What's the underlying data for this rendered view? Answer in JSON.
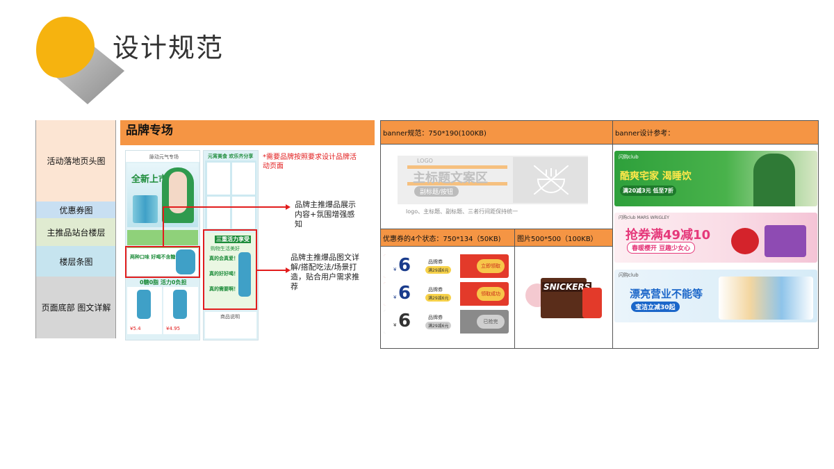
{
  "page": {
    "title": "设计规范"
  },
  "left_labels": [
    "活动落地页头图",
    "优惠券图",
    "主推品站台楼层",
    "楼层条图",
    "页面底部 图文详解"
  ],
  "brand": {
    "header": "品牌专场",
    "phone_left": {
      "title": "脉动元气专场",
      "hero_line1": "全新上市",
      "floor_title": "0糖0脂 活力0负担",
      "feature_line1": "两种口味 好喝不含糖",
      "price_1": "¥5.4",
      "price_2": "¥4.95"
    },
    "phone_right": {
      "top_banner": "元宵美食 欢乐齐分享",
      "mid_banner": "三重活力享受",
      "mid_sub": "购物生活美好",
      "item_1": "真的会真爱！",
      "item_2": "真的好好喝！",
      "item_3": "真的需要啊！",
      "footer": "商品说明"
    },
    "note_red": "*需要品牌按照要求设计品牌活动页面",
    "annot_1": "品牌主推爆品展示内容+氛围增强感知",
    "annot_2": "品牌主推爆品图文详解/搭配吃法/场景打造，贴合用户需求推荐"
  },
  "spec": {
    "banner_spec": "banner规范：750*190(100KB)",
    "banner_ref": "banner设计参考：",
    "placeholder": {
      "logo": "LOGO",
      "main_title": "主标题文案区",
      "subtitle": "副标题/按钮",
      "note": "logo、主标题、副标题、三者行间距保持统一"
    },
    "coupon_spec": "优惠券的4个状态：750*134（50KB)",
    "img_spec": "图片500*500（100KB）",
    "coupons": [
      {
        "yen": "¥",
        "num": "6",
        "name": "品牌券",
        "rule": "满29减6元",
        "btn": "立即领取",
        "state": "active"
      },
      {
        "yen": "¥",
        "num": "6",
        "name": "品牌券",
        "rule": "满29减6元",
        "btn": "领取成功",
        "state": "success"
      },
      {
        "yen": "¥",
        "num": "6",
        "name": "品牌券",
        "rule": "满29减6元",
        "btn": "已抢完",
        "state": "gone"
      }
    ],
    "product_text": "SNICKERS",
    "banners": [
      {
        "brand": "闪购club",
        "main": "酷爽宅家 渴睡饮",
        "sub": "满20减3元 低至7折"
      },
      {
        "brand": "闪购club MARS WRIGLEY",
        "main": "抢券满49减10",
        "sub": "春暖樱开 豆趣少女心"
      },
      {
        "brand": "闪购club",
        "main": "漂亮营业不能等",
        "sub": "宝洁立减30起"
      }
    ]
  },
  "colors": {
    "accent_orange": "#f59544",
    "annot_red": "#e21c1c",
    "label_peach": "#fce5d3",
    "label_blue": "#c8dff2",
    "label_green": "#e0ebd1",
    "label_lightblue": "#c6e4ef",
    "label_gray": "#d6d6d6"
  }
}
